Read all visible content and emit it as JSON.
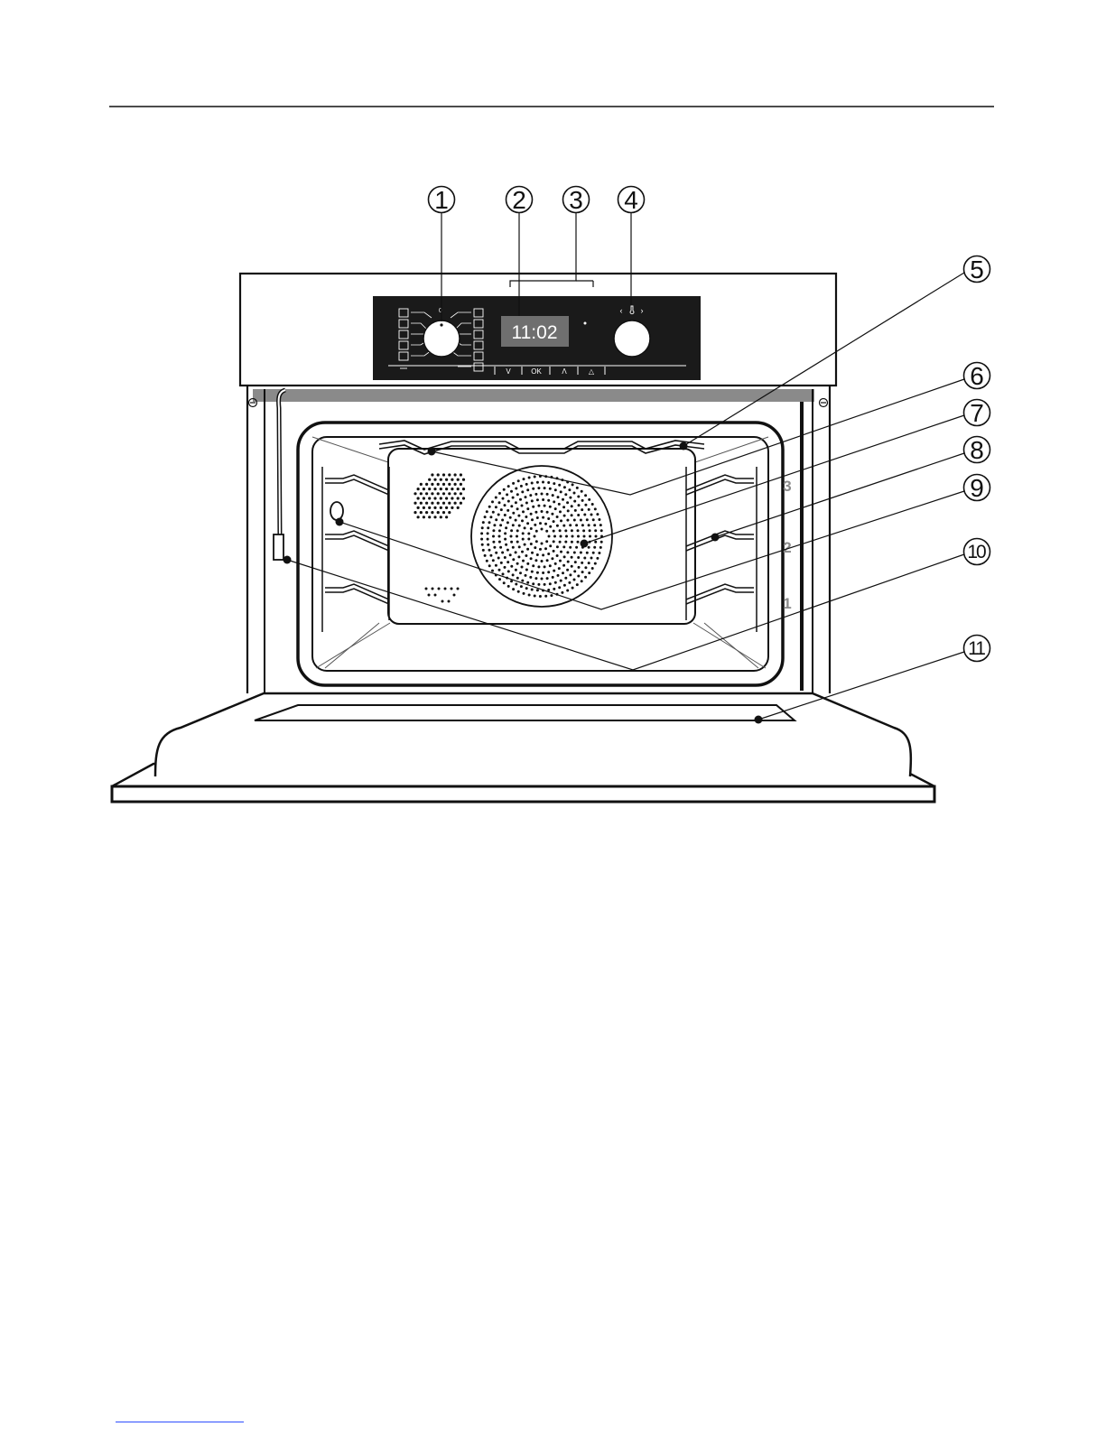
{
  "display": {
    "time": "11:02"
  },
  "buttons": [
    "V",
    "OK",
    "Λ",
    "△"
  ],
  "shelf_levels": [
    "3",
    "2",
    "1"
  ],
  "callouts": [
    "1",
    "2",
    "3",
    "4",
    "5",
    "6",
    "7",
    "8",
    "9",
    "10",
    "11"
  ],
  "colors": {
    "line": "#111111",
    "panel": "#1a1a1a",
    "accent_link": "#1a3cff"
  }
}
